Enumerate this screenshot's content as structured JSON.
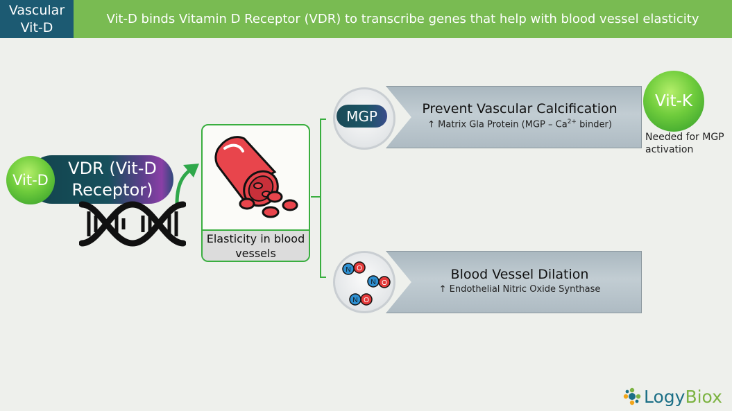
{
  "header": {
    "tag_line1": "Vascular",
    "tag_line2": "Vit-D",
    "title": "Vit-D binds Vitamin D Receptor (VDR) to transcribe genes that help with blood vessel elasticity"
  },
  "left": {
    "vitd_label": "Vit-D",
    "vdr_label": "VDR (Vit-D Receptor)"
  },
  "center": {
    "caption": "Elasticity in blood vessels"
  },
  "cards": [
    {
      "icon_label": "MGP",
      "title": "Prevent Vascular Calcification",
      "subtitle_pre": "↑ Matrix Gla Protein (MGP – Ca",
      "subtitle_sup": "2+",
      "subtitle_post": " binder)"
    },
    {
      "title": "Blood Vessel Dilation",
      "subtitle": "↑ Endothelial Nitric Oxide Synthase"
    }
  ],
  "no_molecule": {
    "n": "N",
    "o": "O"
  },
  "vitk": {
    "label": "Vit-K",
    "note": "Needed for MGP activation"
  },
  "logo": {
    "part1": "Logy",
    "part2": "Biox"
  },
  "colors": {
    "header_tag": "#1c5a72",
    "header_banner": "#79bb52",
    "accent_green": "#39ae3f",
    "card_gray": "#b5c1c8"
  }
}
